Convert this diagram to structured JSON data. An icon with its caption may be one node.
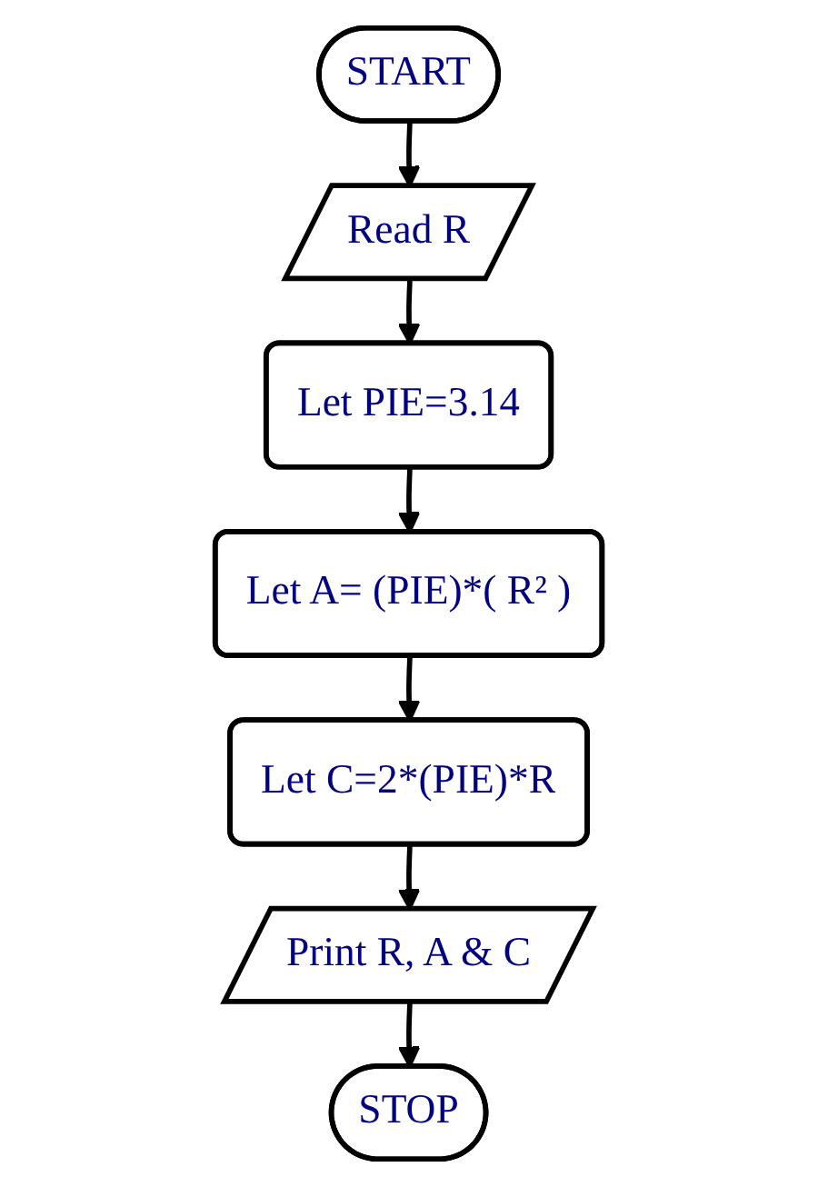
{
  "diagram": {
    "nodes": [
      {
        "text": [
          "START"
        ]
      },
      {
        "text": [
          "Read R"
        ]
      },
      {
        "text": [
          "Let PIE=3.14"
        ]
      },
      {
        "text": [
          "Let A= (PIE)*( R² )"
        ]
      },
      {
        "text": [
          "Let C=2*(PIE)*R"
        ]
      },
      {
        "text": [
          "Print R, A & C"
        ]
      },
      {
        "text": [
          "STOP"
        ]
      }
    ],
    "edges": [
      {
        "from": 0,
        "to": 1,
        "arrow": "to"
      },
      {
        "from": 1,
        "to": 2,
        "arrow": "to"
      },
      {
        "from": 2,
        "to": 3,
        "arrow": "to"
      },
      {
        "from": 3,
        "to": 4,
        "arrow": "to"
      },
      {
        "from": 4,
        "to": 5,
        "arrow": "to"
      },
      {
        "from": 5,
        "to": 6,
        "arrow": "to"
      }
    ]
  }
}
